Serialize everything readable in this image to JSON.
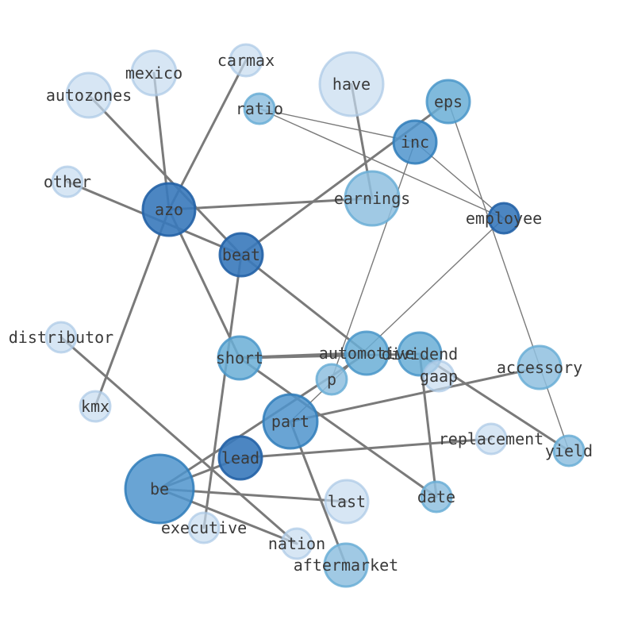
{
  "graph": {
    "nodes": [
      {
        "id": "mexico",
        "label": "mexico",
        "level": 0
      },
      {
        "id": "carmax",
        "label": "carmax",
        "level": 0
      },
      {
        "id": "autozones",
        "label": "autozones",
        "level": 0
      },
      {
        "id": "have",
        "label": "have",
        "level": 0
      },
      {
        "id": "ratio",
        "label": "ratio",
        "level": 2
      },
      {
        "id": "eps",
        "label": "eps",
        "level": 3
      },
      {
        "id": "inc",
        "label": "inc",
        "level": 4
      },
      {
        "id": "other",
        "label": "other",
        "level": 0
      },
      {
        "id": "azo",
        "label": "azo",
        "level": 5
      },
      {
        "id": "earnings",
        "label": "earnings",
        "level": 2
      },
      {
        "id": "employee",
        "label": "employee",
        "level": 5
      },
      {
        "id": "beat",
        "label": "beat",
        "level": 5
      },
      {
        "id": "distributor",
        "label": "distributor",
        "level": 0
      },
      {
        "id": "short",
        "label": "short",
        "level": 3
      },
      {
        "id": "automotive",
        "label": "automotive",
        "level": 3
      },
      {
        "id": "dividend",
        "label": "dividend",
        "level": 3
      },
      {
        "id": "accessory",
        "label": "accessory",
        "level": 2
      },
      {
        "id": "p",
        "label": "p",
        "level": 2
      },
      {
        "id": "gaap",
        "label": "gaap",
        "level": 0
      },
      {
        "id": "kmx",
        "label": "kmx",
        "level": 0
      },
      {
        "id": "part",
        "label": "part",
        "level": 4
      },
      {
        "id": "replacement",
        "label": "replacement",
        "level": 0
      },
      {
        "id": "yield",
        "label": "yield",
        "level": 2
      },
      {
        "id": "lead",
        "label": "lead",
        "level": 5
      },
      {
        "id": "be",
        "label": "be",
        "level": 4
      },
      {
        "id": "last",
        "label": "last",
        "level": 0
      },
      {
        "id": "date",
        "label": "date",
        "level": 2
      },
      {
        "id": "executive",
        "label": "executive",
        "level": 0
      },
      {
        "id": "nation",
        "label": "nation",
        "level": 0
      },
      {
        "id": "aftermarket",
        "label": "aftermarket",
        "level": 2
      }
    ],
    "edges": [
      {
        "source": "mexico",
        "target": "azo",
        "weight": 2
      },
      {
        "source": "carmax",
        "target": "azo",
        "weight": 2
      },
      {
        "source": "autozones",
        "target": "beat",
        "weight": 2
      },
      {
        "source": "other",
        "target": "beat",
        "weight": 2
      },
      {
        "source": "azo",
        "target": "earnings",
        "weight": 2
      },
      {
        "source": "azo",
        "target": "kmx",
        "weight": 2
      },
      {
        "source": "azo",
        "target": "short",
        "weight": 2
      },
      {
        "source": "have",
        "target": "earnings",
        "weight": 2
      },
      {
        "source": "eps",
        "target": "beat",
        "weight": 2
      },
      {
        "source": "eps",
        "target": "yield",
        "weight": 1
      },
      {
        "source": "ratio",
        "target": "inc",
        "weight": 1
      },
      {
        "source": "ratio",
        "target": "employee",
        "weight": 1
      },
      {
        "source": "inc",
        "target": "employee",
        "weight": 1
      },
      {
        "source": "inc",
        "target": "p",
        "weight": 1
      },
      {
        "source": "employee",
        "target": "part",
        "weight": 1
      },
      {
        "source": "beat",
        "target": "automotive",
        "weight": 2
      },
      {
        "source": "beat",
        "target": "executive",
        "weight": 2
      },
      {
        "source": "short",
        "target": "automotive",
        "weight": 3
      },
      {
        "source": "short",
        "target": "dividend",
        "weight": 2
      },
      {
        "source": "short",
        "target": "date",
        "weight": 2
      },
      {
        "source": "automotive",
        "target": "be",
        "weight": 2
      },
      {
        "source": "dividend",
        "target": "date",
        "weight": 2
      },
      {
        "source": "dividend",
        "target": "yield",
        "weight": 2
      },
      {
        "source": "distributor",
        "target": "nation",
        "weight": 2
      },
      {
        "source": "part",
        "target": "accessory",
        "weight": 2
      },
      {
        "source": "part",
        "target": "aftermarket",
        "weight": 2
      },
      {
        "source": "lead",
        "target": "replacement",
        "weight": 2
      },
      {
        "source": "be",
        "target": "lead",
        "weight": 2
      },
      {
        "source": "be",
        "target": "last",
        "weight": 2
      },
      {
        "source": "be",
        "target": "nation",
        "weight": 2
      }
    ]
  }
}
